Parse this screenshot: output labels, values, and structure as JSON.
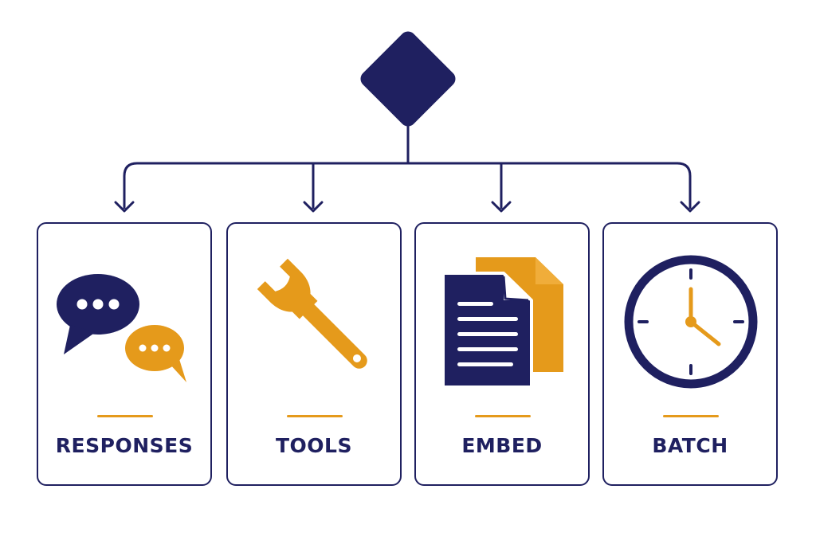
{
  "colors": {
    "navy": "#1f2060",
    "gold": "#e59a1b",
    "gold_light": "#f0ad3a",
    "background": "#ffffff"
  },
  "root": {
    "shape": "diamond",
    "icon": "decision-diamond-icon"
  },
  "cards": [
    {
      "label": "RESPONSES",
      "icon": "chat-bubbles-icon"
    },
    {
      "label": "TOOLS",
      "icon": "wrench-icon"
    },
    {
      "label": "EMBED",
      "icon": "documents-icon"
    },
    {
      "label": "BATCH",
      "icon": "clock-icon"
    }
  ]
}
